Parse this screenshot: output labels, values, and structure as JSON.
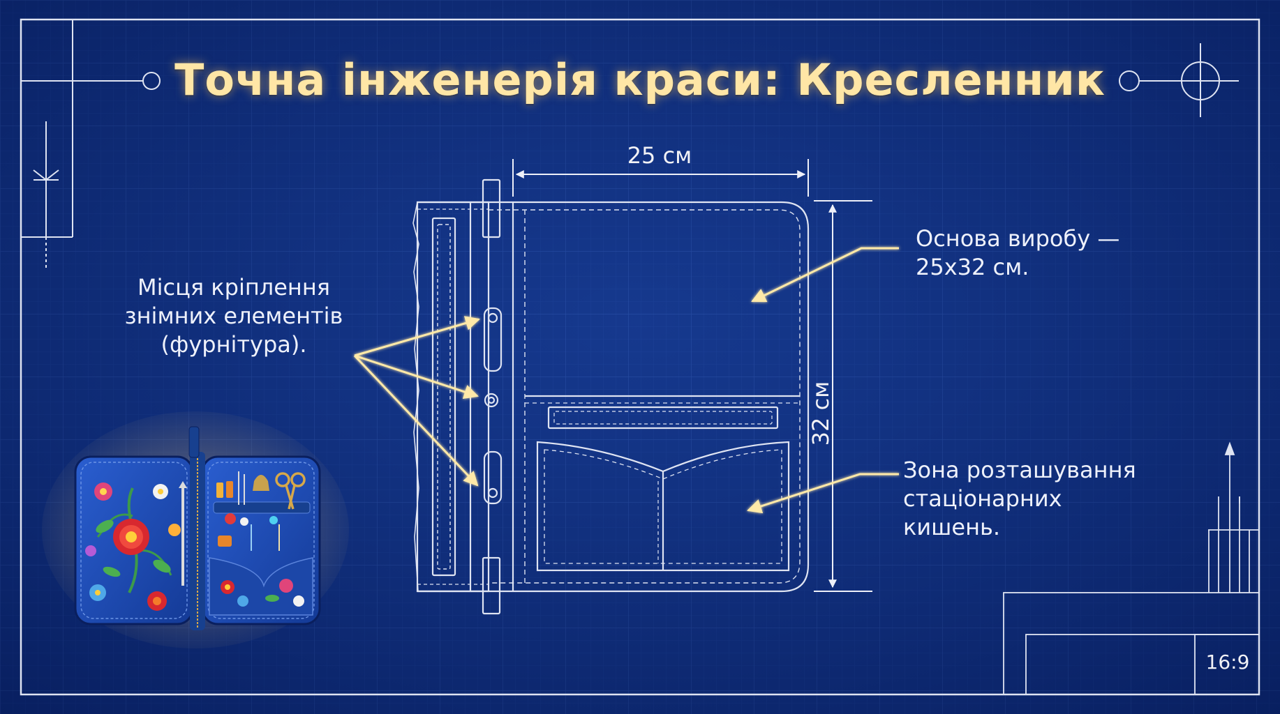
{
  "title": "Точна інженерія краси: Кресленник",
  "dimensions": {
    "width": "25 см",
    "height": "32 см"
  },
  "labels": {
    "hardware": [
      "Місця кріплення",
      "знімних елементів",
      "(фурнітура)."
    ],
    "base": [
      "Основа виробу —",
      "25x32 см."
    ],
    "pockets": [
      "Зона розташування",
      "стаціонарних",
      "кишень."
    ]
  },
  "aspect_ratio": "16:9",
  "colors": {
    "background": "#0d2a78",
    "grid": "#2a4ea3",
    "line": "#dfe4f2",
    "arrow": "#ffe9a8",
    "title": "#ffe6a6",
    "case_fabric": "#1e4db6",
    "flower_red": "#d8282f",
    "gold": "#d6a84a"
  },
  "icons": [
    "crosshair-icon",
    "scissors-icon",
    "thimble-icon",
    "flower-embroidery-icon"
  ]
}
